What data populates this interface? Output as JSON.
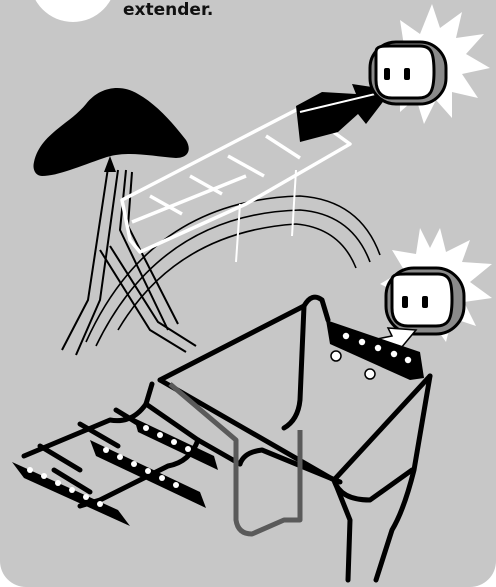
{
  "caption": {
    "text": "extender."
  },
  "colors": {
    "panel": "#c7c7c7",
    "ink": "#000000",
    "outline_white": "#ffffff",
    "socket_gray": "#8a8a8a",
    "socket_face": "#ffffff",
    "flash": "#ffffff"
  },
  "icons": [
    "bike-saddle",
    "rear-rack",
    "rack-extender",
    "connector-socket",
    "arrow"
  ]
}
